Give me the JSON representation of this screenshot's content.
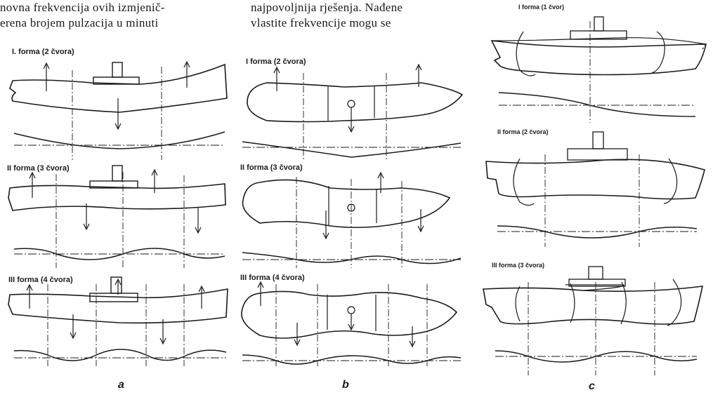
{
  "page_text": {
    "left_line1": "novna frekvencija ovih izmjenič-",
    "left_line2": "erena brojem pulzacija u minuti",
    "mid_line1": "najpovoljnija rješenja. Nađene",
    "mid_line2": "vlastite frekvencije mogu se"
  },
  "panels": {
    "a": {
      "letter": "a",
      "labels": [
        "I. forma (2 čvora)",
        "II forma (3 čvora)",
        "III forma (4 čvora)"
      ]
    },
    "b": {
      "letter": "b",
      "labels": [
        "I forma (2 čvora)",
        "II forma (3 čvora)",
        "III forma (4 čvora)"
      ]
    },
    "c": {
      "letter": "c",
      "labels": [
        "I forma (1 čvor)",
        "II forma (2 čvora)",
        "III forma (3 čvora)"
      ]
    }
  }
}
